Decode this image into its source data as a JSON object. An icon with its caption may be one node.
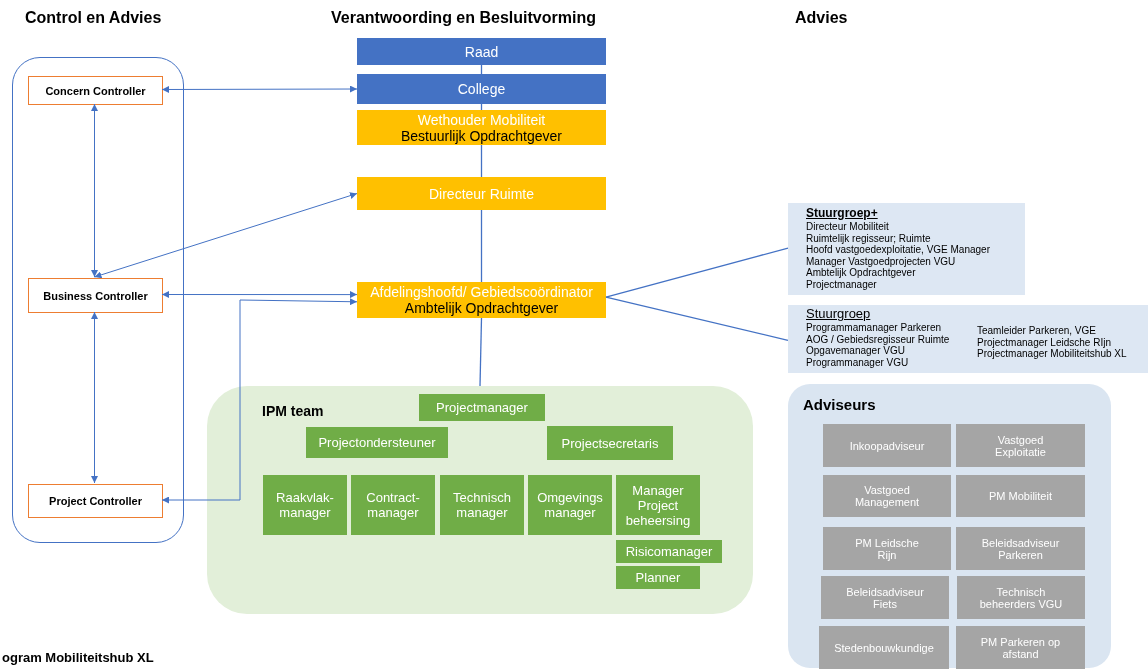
{
  "diagram": {
    "nodes": [
      {
        "text": [],
        "shape": "box"
      },
      {
        "text": [
          "Concern Controller"
        ],
        "in": 0
      },
      {
        "text": [
          "Business Controller"
        ],
        "in": 0
      },
      {
        "text": [
          "Project Controller"
        ],
        "in": 0
      },
      {
        "text": [
          "Raad"
        ]
      },
      {
        "text": [
          "College"
        ]
      },
      {
        "text": [
          "Wethouder Mobiliteit",
          "Bestuurlijk Opdrachtgever"
        ]
      },
      {
        "text": [
          "Directeur Ruimte"
        ]
      },
      {
        "text": [
          "Afdelingshoofd/ Gebiedscoördinator",
          "Ambtelijk Opdrachtgever"
        ]
      },
      {
        "text": [
          "Stuurgroep+",
          "Directeur Mobiliteit",
          "Ruimtelijk regisseur; Ruimte",
          "Hoofd vastgoedexploitatie, VGE Manager",
          "Manager Vastgoedprojecten VGU",
          "Ambtelijk Opdrachtgever",
          "Projectmanager"
        ]
      },
      {
        "text": [
          "Stuurgroep",
          "Programmamanager Parkeren",
          "AOG / Gebiedsregisseur Ruimte",
          "Opgavemanager VGU",
          "Programmanager VGU",
          "Teamleider Parkeren, VGE",
          "Projectmanager Leidsche RIjn",
          "Projectmanager Mobiliteitshub XL"
        ]
      },
      {
        "text": [
          "IPM team"
        ]
      },
      {
        "text": [
          "Projectmanager"
        ],
        "in": 11
      },
      {
        "text": [
          "Projectondersteuner"
        ],
        "in": 11
      },
      {
        "text": [
          "Projectsecretaris"
        ],
        "in": 11
      },
      {
        "text": [
          "Raakvlak- manager"
        ],
        "in": 11
      },
      {
        "text": [
          "Contract- manager"
        ],
        "in": 11
      },
      {
        "text": [
          "Technisch manager"
        ],
        "in": 11
      },
      {
        "text": [
          "Omgevings manager"
        ],
        "in": 11
      },
      {
        "text": [
          "Manager Project beheersing"
        ],
        "in": 11
      },
      {
        "text": [
          "Risicomanager"
        ],
        "in": 11
      },
      {
        "text": [
          "Planner"
        ],
        "in": 11
      },
      {
        "text": [
          "Adviseurs"
        ]
      },
      {
        "text": [
          "Inkoopadviseur"
        ],
        "in": 22
      },
      {
        "text": [
          "Vastgoed Exploitatie"
        ],
        "in": 22
      },
      {
        "text": [
          "Vastgoed Management"
        ],
        "in": 22
      },
      {
        "text": [
          "PM Mobiliteit"
        ],
        "in": 22
      },
      {
        "text": [
          "PM Leidsche Rijn"
        ],
        "in": 22
      },
      {
        "text": [
          "Beleidsadviseur Parkeren"
        ],
        "in": 22
      },
      {
        "text": [
          "Beleidsadviseur Fiets"
        ],
        "in": 22
      },
      {
        "text": [
          "Technisch beheerders VGU"
        ],
        "in": 22
      },
      {
        "text": [
          "Stedenbouwkundige"
        ],
        "in": 22
      },
      {
        "text": [
          "PM Parkeren op afstand"
        ],
        "in": 22
      }
    ],
    "edges": [
      {
        "from": 1,
        "to": 5,
        "arrow": "both"
      },
      {
        "from": 1,
        "to": 2,
        "arrow": "both"
      },
      {
        "from": 2,
        "to": 7,
        "arrow": "both"
      },
      {
        "from": 2,
        "to": 8,
        "arrow": "both"
      },
      {
        "from": 2,
        "to": 3,
        "arrow": "both"
      },
      {
        "from": 3,
        "to": 8,
        "arrow": "both"
      },
      {
        "from": 4,
        "to": 5,
        "arrow": "none"
      },
      {
        "from": 5,
        "to": 6,
        "arrow": "none"
      },
      {
        "from": 6,
        "to": 7,
        "arrow": "none"
      },
      {
        "from": 7,
        "to": 8,
        "arrow": "none"
      },
      {
        "from": 8,
        "to": 11,
        "arrow": "none"
      },
      {
        "from": 8,
        "to": 9,
        "arrow": "none"
      },
      {
        "from": 8,
        "to": 10,
        "arrow": "none"
      }
    ],
    "labels": [
      "Control en Advies",
      "Verantwoording en Besluitvorming",
      "Advies",
      "ogram Mobiliteitshub XL"
    ]
  }
}
